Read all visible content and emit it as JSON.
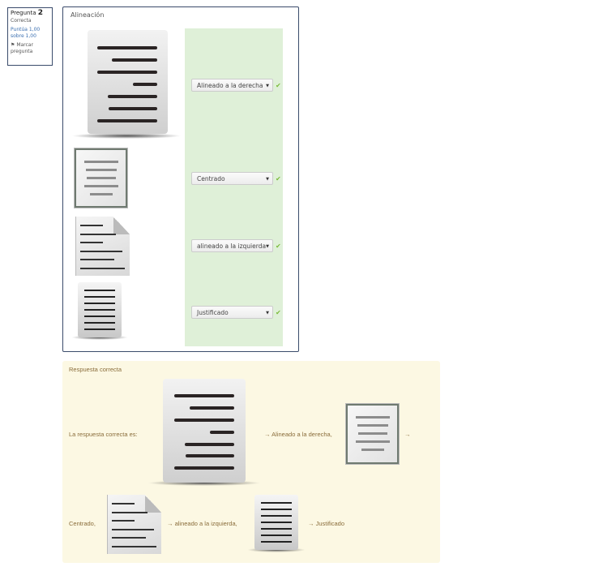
{
  "info": {
    "question_label": "Pregunta",
    "question_number": "2",
    "status": "Correcta",
    "score_line1": "Puntúa 1,00",
    "score_line2": "sobre 1,00",
    "flag_label_1": "Marcar",
    "flag_label_2": "pregunta"
  },
  "question": {
    "title": "Alineación",
    "selects": [
      {
        "value": "Alineado a la derecha"
      },
      {
        "value": "Centrado"
      },
      {
        "value": "alineado a la izquierda"
      },
      {
        "value": "Justificado"
      }
    ],
    "check": "✔"
  },
  "feedback": {
    "title": "Respuesta correcta",
    "intro": "La respuesta correcta es:",
    "a1": "→ Alineado a la derecha,",
    "a2_arrow": "→",
    "a2": "Centrado,",
    "a3": "→ alineado a la izquierda,",
    "a4": "→ Justificado"
  },
  "colors": {
    "correct_bg": "#dff0d8",
    "feedback_bg": "#fcf8e3",
    "check": "#7cbb3c"
  }
}
